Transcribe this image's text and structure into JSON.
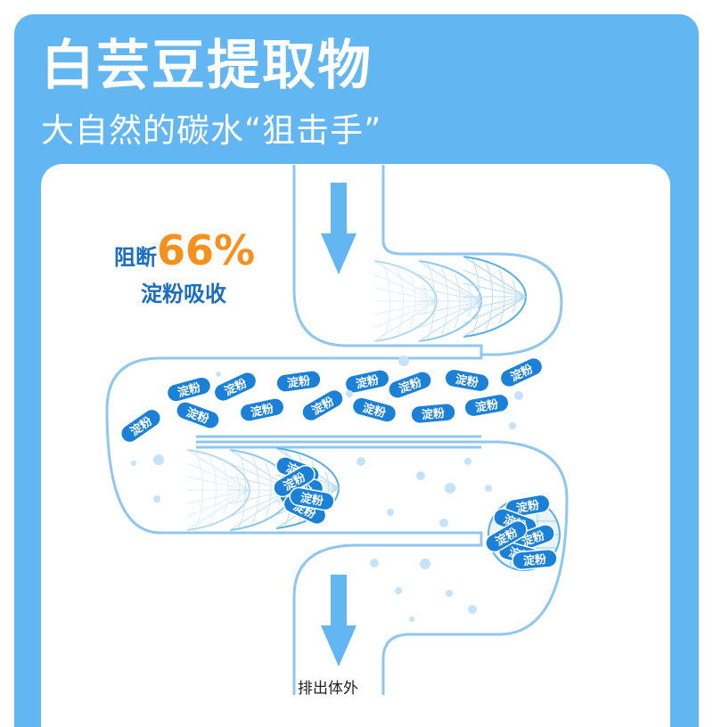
{
  "header": {
    "title": "白芸豆提取物",
    "subtitle": "大自然的碳水“狙击手”"
  },
  "callout": {
    "block_prefix": "阻断",
    "block_percent": "66%",
    "absorb_text": "淀粉吸收"
  },
  "starch_label": "淀粉",
  "exit_label": "排出体外",
  "colors": {
    "brand_blue": "#62b6f1",
    "pill_blue": "#1a80d8",
    "accent_orange": "#f5901c",
    "text_blue": "#1a6ec1"
  },
  "icons": [
    "down-arrow-icon",
    "starch-pill-icon",
    "net-icon",
    "bubble-icon"
  ]
}
